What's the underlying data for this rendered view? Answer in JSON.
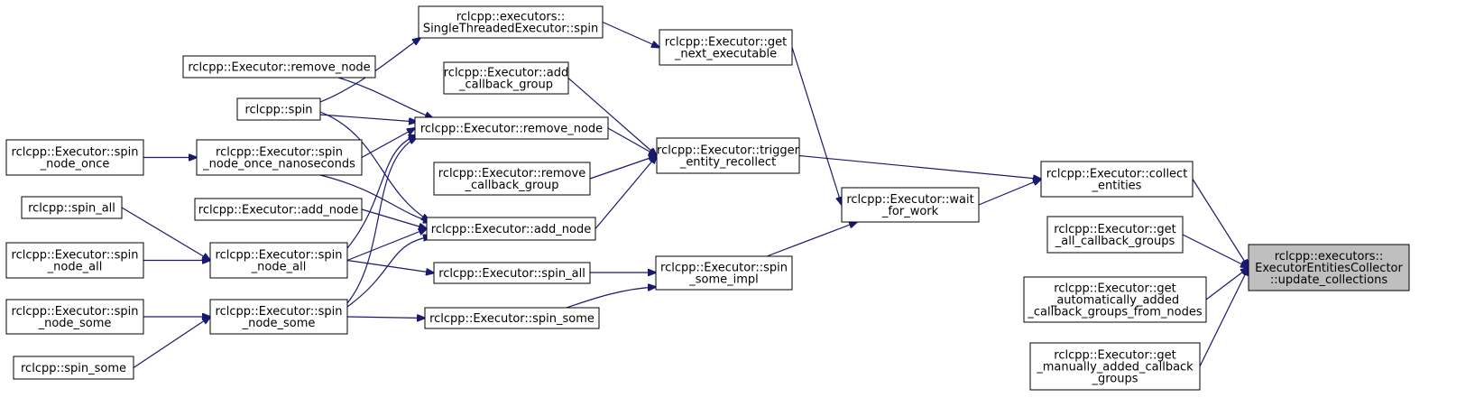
{
  "graph": {
    "nodes": [
      {
        "id": "update_collections",
        "lines": [
          "rclcpp::executors::",
          "ExecutorEntitiesCollector",
          "::update_collections"
        ],
        "highlight": true
      },
      {
        "id": "collect_entities",
        "lines": [
          "rclcpp::Executor::collect",
          "_entities"
        ]
      },
      {
        "id": "get_all_callback_groups",
        "lines": [
          "rclcpp::Executor::get",
          "_all_callback_groups"
        ]
      },
      {
        "id": "get_automatically",
        "lines": [
          "rclcpp::Executor::get",
          "_automatically_added",
          "_callback_groups_from_nodes"
        ]
      },
      {
        "id": "get_manually",
        "lines": [
          "rclcpp::Executor::get",
          "_manually_added_callback",
          "_groups"
        ]
      },
      {
        "id": "trigger_entity_recollect",
        "lines": [
          "rclcpp::Executor::trigger",
          "_entity_recollect"
        ]
      },
      {
        "id": "wait_for_work",
        "lines": [
          "rclcpp::Executor::wait",
          "_for_work"
        ]
      },
      {
        "id": "get_next_executable",
        "lines": [
          "rclcpp::Executor::get",
          "_next_executable"
        ]
      },
      {
        "id": "spin_some_impl",
        "lines": [
          "rclcpp::Executor::spin",
          "_some_impl"
        ]
      },
      {
        "id": "single_threaded_spin",
        "lines": [
          "rclcpp::executors::",
          "SingleThreadedExecutor::spin"
        ]
      },
      {
        "id": "add_callback_group",
        "lines": [
          "rclcpp::Executor::add",
          "_callback_group"
        ]
      },
      {
        "id": "remove_node_mid",
        "lines": [
          "rclcpp::Executor::remove_node"
        ]
      },
      {
        "id": "remove_callback_group",
        "lines": [
          "rclcpp::Executor::remove",
          "_callback_group"
        ]
      },
      {
        "id": "add_node_mid",
        "lines": [
          "rclcpp::Executor::add_node"
        ]
      },
      {
        "id": "spin_all_mid",
        "lines": [
          "rclcpp::Executor::spin_all"
        ]
      },
      {
        "id": "spin_some_mid",
        "lines": [
          "rclcpp::Executor::spin_some"
        ]
      },
      {
        "id": "remove_node_left",
        "lines": [
          "rclcpp::Executor::remove_node"
        ]
      },
      {
        "id": "rclcpp_spin",
        "lines": [
          "rclcpp::spin"
        ]
      },
      {
        "id": "spin_node_once_nanoseconds",
        "lines": [
          "rclcpp::Executor::spin",
          "_node_once_nanoseconds"
        ]
      },
      {
        "id": "add_node_left",
        "lines": [
          "rclcpp::Executor::add_node"
        ]
      },
      {
        "id": "spin_node_all",
        "lines": [
          "rclcpp::Executor::spin",
          "_node_all"
        ]
      },
      {
        "id": "spin_node_some",
        "lines": [
          "rclcpp::Executor::spin",
          "_node_some"
        ]
      },
      {
        "id": "spin_node_once",
        "lines": [
          "rclcpp::Executor::spin",
          "_node_once"
        ]
      },
      {
        "id": "rclcpp_spin_all",
        "lines": [
          "rclcpp::spin_all"
        ]
      },
      {
        "id": "spin_node_all_far",
        "lines": [
          "rclcpp::Executor::spin",
          "_node_all"
        ]
      },
      {
        "id": "spin_node_some_far",
        "lines": [
          "rclcpp::Executor::spin",
          "_node_some"
        ]
      },
      {
        "id": "rclcpp_spin_some",
        "lines": [
          "rclcpp::spin_some"
        ]
      }
    ],
    "edges": [
      [
        "collect_entities",
        "update_collections"
      ],
      [
        "get_all_callback_groups",
        "update_collections"
      ],
      [
        "get_automatically",
        "update_collections"
      ],
      [
        "get_manually",
        "update_collections"
      ],
      [
        "wait_for_work",
        "collect_entities"
      ],
      [
        "trigger_entity_recollect",
        "collect_entities"
      ],
      [
        "get_next_executable",
        "wait_for_work"
      ],
      [
        "spin_some_impl",
        "wait_for_work"
      ],
      [
        "single_threaded_spin",
        "get_next_executable"
      ],
      [
        "add_callback_group",
        "trigger_entity_recollect"
      ],
      [
        "remove_node_mid",
        "trigger_entity_recollect"
      ],
      [
        "remove_callback_group",
        "trigger_entity_recollect"
      ],
      [
        "add_node_mid",
        "trigger_entity_recollect"
      ],
      [
        "spin_all_mid",
        "spin_some_impl"
      ],
      [
        "spin_some_mid",
        "spin_some_impl"
      ],
      [
        "rclcpp_spin",
        "single_threaded_spin"
      ],
      [
        "remove_node_left",
        "remove_node_mid"
      ],
      [
        "rclcpp_spin",
        "remove_node_mid"
      ],
      [
        "spin_node_once_nanoseconds",
        "remove_node_mid"
      ],
      [
        "spin_node_all",
        "remove_node_mid"
      ],
      [
        "spin_node_some",
        "remove_node_mid"
      ],
      [
        "rclcpp_spin",
        "add_node_mid"
      ],
      [
        "spin_node_once_nanoseconds",
        "add_node_mid"
      ],
      [
        "add_node_left",
        "add_node_mid"
      ],
      [
        "spin_node_all",
        "add_node_mid"
      ],
      [
        "spin_node_some",
        "add_node_mid"
      ],
      [
        "spin_node_all",
        "spin_all_mid"
      ],
      [
        "spin_node_some",
        "spin_some_mid"
      ],
      [
        "spin_node_once",
        "spin_node_once_nanoseconds"
      ],
      [
        "rclcpp_spin_all",
        "spin_node_all"
      ],
      [
        "spin_node_all_far",
        "spin_node_all"
      ],
      [
        "spin_node_some_far",
        "spin_node_some"
      ],
      [
        "rclcpp_spin_some",
        "spin_node_some"
      ]
    ]
  }
}
